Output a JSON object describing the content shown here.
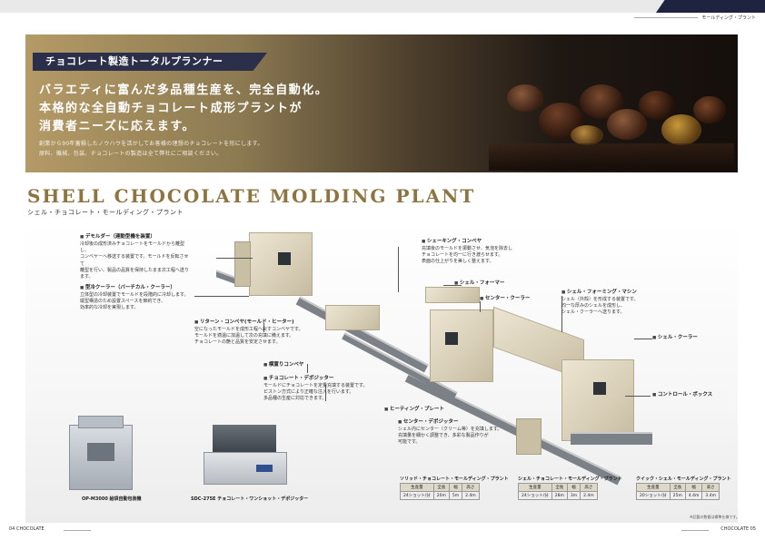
{
  "header": {
    "section_label": "モールディング・プラント"
  },
  "hero": {
    "tag": "チョコレート製造トータルプランナー",
    "headline": [
      "バラエティに富んだ多品種生産を、完全自動化。",
      "本格的な全自動チョコレート成形プラントが",
      "消費者ニーズに応えます。"
    ],
    "description": [
      "創業から90年蓄積したノウハウを活かしてお客様の理想のチョコレートを形にします。",
      "原料、機械、包装、チョコレートの製造は全て弊社にご相談ください。"
    ]
  },
  "title": {
    "english": "SHELL CHOCOLATE MOLDING PLANT",
    "japanese": "シェル・チョコレート・モールディング・プラント"
  },
  "annotations": [
    {
      "title": "デモルダー（連動型機を装置）",
      "body": [
        "冷却後の成形済みチョコレートをモールドから離型し、",
        "コンベヤーへ移送する装置です。モールドを反転させて",
        "離型を行い、製品の品質を保持したまま次工程へ送ります。"
      ]
    },
    {
      "title": "型冷クーラー（バーチカル・クーラー）",
      "body": [
        "立体型の冷却装置でモールドを段階的に冷却します。",
        "縦型構造のため設置スペースを節約でき、",
        "効率的な冷却を実現します。"
      ]
    },
    {
      "title": "リターン・コンベヤ(モールド・ヒーター)",
      "body": [
        "空になったモールドを成形工程へ戻すコンベヤです。",
        "モールドを適温に加温して次の充填に備えます。",
        "チョコレートの艶と品質を安定させます。"
      ]
    },
    {
      "title": "横置りコンベヤ",
      "body": []
    },
    {
      "title": "チョコレート・デポジッター",
      "body": [
        "モールドにチョコレートを定量充填する装置です。",
        "ピストン方式により正確な注入を行います。",
        "多品種の生産に対応できます。"
      ]
    },
    {
      "title": "ヒーティング・プレート",
      "body": []
    },
    {
      "title": "センター・デポジッター",
      "body": [
        "シェル内にセンター（クリーム等）を充填します。",
        "充填量を細かく調整でき、多彩な製品作りが",
        "可能です。"
      ]
    },
    {
      "title": "シェーキング・コンベヤ",
      "body": [
        "充填後のモールドを振動させ、気泡を除去し",
        "チョコレートを均一に行き渡らせます。",
        "表面の仕上がりを美しく整えます。"
      ]
    },
    {
      "title": "シェル・フォーマー",
      "body": []
    },
    {
      "title": "センター・クーラー",
      "body": []
    },
    {
      "title": "シェル・フォーミング・マシン",
      "body": [
        "シェル（外殻）を形成する装置です。",
        "均一な厚みのシェルを成形し、",
        "シェル・クーラーへ送ります。"
      ]
    },
    {
      "title": "シェル・クーラー",
      "body": []
    },
    {
      "title": "コントロール・ボックス",
      "body": []
    }
  ],
  "products": [
    {
      "caption": "OP-M3000 給袋自動包装機"
    },
    {
      "caption": "SDC-275E チョコレート・ワンショット・デポジッター"
    }
  ],
  "specs": [
    {
      "title": "ソリッド・チョコレート・モールディング・プラント",
      "head": [
        "生産量",
        "全長",
        "幅",
        "高さ"
      ],
      "row": [
        "24ショット/分",
        "20m",
        "5m",
        "2.4m"
      ]
    },
    {
      "title": "シェル・チョコレート・モールディング・プラント",
      "head": [
        "生産量",
        "全長",
        "幅",
        "高さ"
      ],
      "row": [
        "24ショット/分",
        "28m",
        "3m",
        "2.4m"
      ]
    },
    {
      "title": "クイック・シェル・モールディング・プラント",
      "head": [
        "生産量",
        "全長",
        "幅",
        "高さ"
      ],
      "row": [
        "20ショット/分",
        "25m",
        "4.4m",
        "3.4m"
      ]
    }
  ],
  "note": "※記載の数値は標準仕様です。",
  "footer": {
    "left": "04 CHOCOLATE",
    "right": "CHOCOLATE 05"
  },
  "colors": {
    "accent": "#8e7441",
    "navy": "#2b2f4a",
    "machine": "#d7ceb6"
  }
}
